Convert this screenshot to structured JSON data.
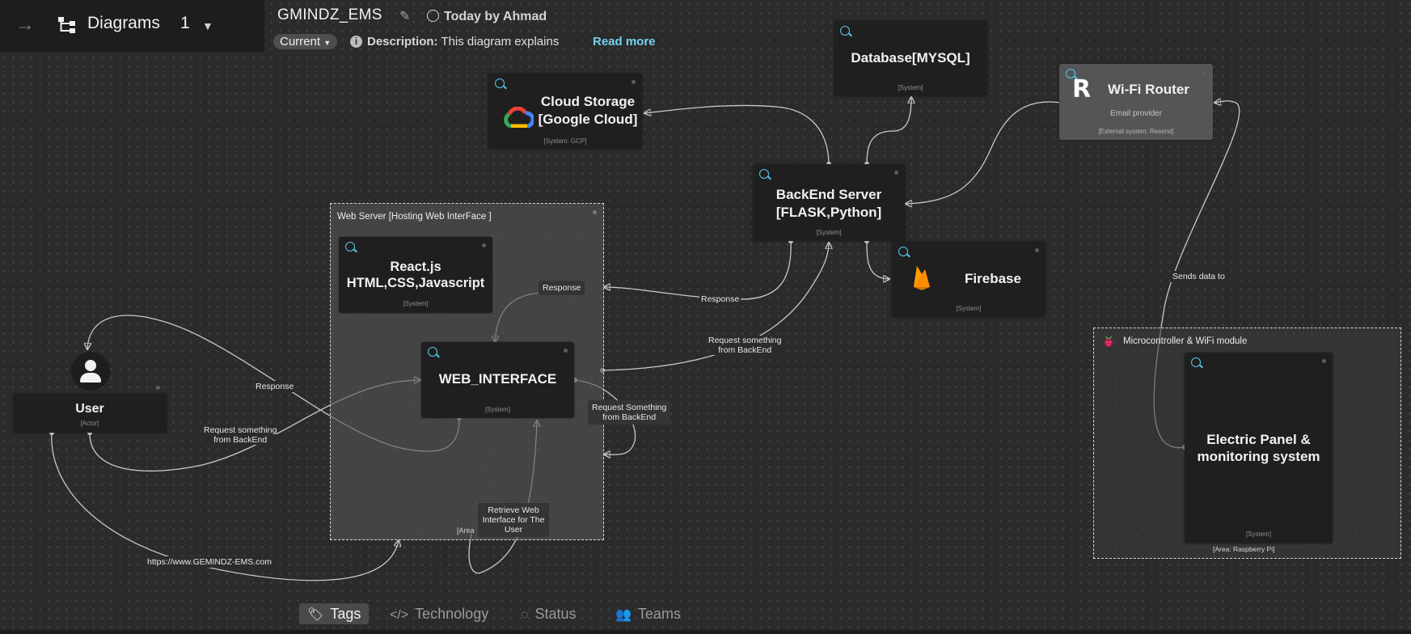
{
  "header": {
    "diagrams_label": "Diagrams",
    "diagrams_count": "1",
    "title": "GMINDZ_EMS",
    "updated": "Today by Ahmad",
    "version": "Current",
    "description_label": "Description:",
    "description_text": "This diagram explains",
    "read_more": "Read more"
  },
  "nodes": {
    "cloud_storage": {
      "title_line1": "Cloud Storage",
      "title_line2": "[Google Cloud]",
      "sub": "[System: GCP]"
    },
    "database": {
      "title": "Database[MYSQL]",
      "sub": "[System]"
    },
    "wifi_router": {
      "title": "Wi-Fi Router",
      "desc": "Email provider",
      "sub": "[External system: Resend]",
      "logo_letter": "R"
    },
    "backend": {
      "title_line1": "BackEnd Server",
      "title_line2": "[FLASK,Python]",
      "sub": "[System]"
    },
    "firebase": {
      "title": "Firebase",
      "sub": "[System]"
    },
    "react": {
      "title_line1": "React.js",
      "title_line2": "HTML,CSS,Javascript",
      "sub": "[System]"
    },
    "web_interface": {
      "title": "WEB_INTERFACE",
      "sub": "[System]"
    },
    "user": {
      "title": "User",
      "sub": "[Actor]"
    },
    "electric_panel": {
      "title_line1": "Electric Panel &",
      "title_line2": "monitoring system",
      "sub": "[System]",
      "area": "[Area: Raspberry Pi]"
    }
  },
  "groups": {
    "web_server": {
      "title": "Web Server [Hosting  Web InterFace ]",
      "area_partial": "[Area"
    },
    "microcontroller": {
      "title": "Microcontroller & WiFi module"
    }
  },
  "edges": {
    "response_inner": "Response",
    "response_backend": "Response",
    "request_backend_line1": "Request something",
    "request_backend_line2": "from BackEnd",
    "request_self_line1": "Request Something",
    "request_self_line2": "from BackEnd",
    "response_user": "Response",
    "request_user_line1": "Request something",
    "request_user_line2": "from BackEnd",
    "retrieve_line1": "Retrieve Web",
    "retrieve_line2": "Interface for The",
    "retrieve_line3": "User",
    "url": "https://www.GEMINDZ-EMS.com",
    "sends_data": "Sends data to"
  },
  "tabs": [
    {
      "label": "Tags",
      "icon": "tag-icon",
      "active": true
    },
    {
      "label": "Technology",
      "icon": "code-icon",
      "active": false
    },
    {
      "label": "Status",
      "icon": "spinner-icon",
      "active": false
    },
    {
      "label": "Teams",
      "icon": "users-icon",
      "active": false
    }
  ],
  "colors": {
    "canvas": "#2b2b2c",
    "node": "#1f1f20",
    "group": "#545456",
    "accent_link": "#73d1f0",
    "zoom_icon": "#56c8e8"
  }
}
